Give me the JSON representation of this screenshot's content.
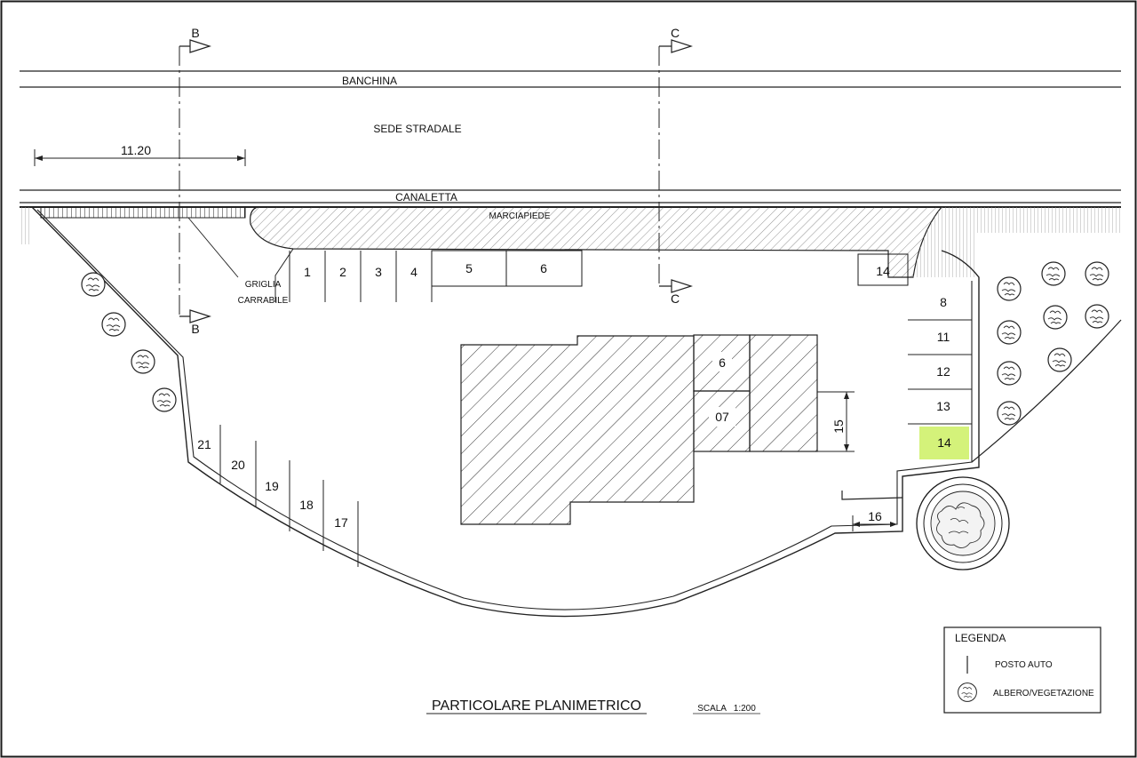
{
  "labels": {
    "banchina": "BANCHINA",
    "sede_stradale": "SEDE STRADALE",
    "canaletta": "CANALETTA",
    "marciapiede": "MARCIAPIEDE",
    "griglia": "GRIGLIA",
    "carrabile": "CARRABILE"
  },
  "dimensions": {
    "d_11_20": "11.20",
    "d_15": "15",
    "d_16": "16"
  },
  "sections": {
    "b_top": "B",
    "b_bottom": "B",
    "c_top": "C",
    "c_bottom": "C"
  },
  "parking": {
    "top_row": [
      "1",
      "2",
      "3",
      "4",
      "5",
      "6"
    ],
    "top_right": "14",
    "right_column": [
      "8",
      "11",
      "12",
      "13",
      "14"
    ],
    "left_diagonal": [
      "21",
      "20",
      "19",
      "18",
      "17"
    ]
  },
  "building": {
    "unit_a": "6",
    "unit_b": "07"
  },
  "highlight_color": "#d4f27a",
  "title": "PARTICOLARE PLANIMETRICO",
  "scale": "SCALA   1:200",
  "legend": {
    "heading": "LEGENDA",
    "items": [
      {
        "icon": "parking-stall-line-icon",
        "label": "POSTO AUTO"
      },
      {
        "icon": "tree-icon",
        "label": "ALBERO/VEGETAZIONE"
      }
    ]
  }
}
